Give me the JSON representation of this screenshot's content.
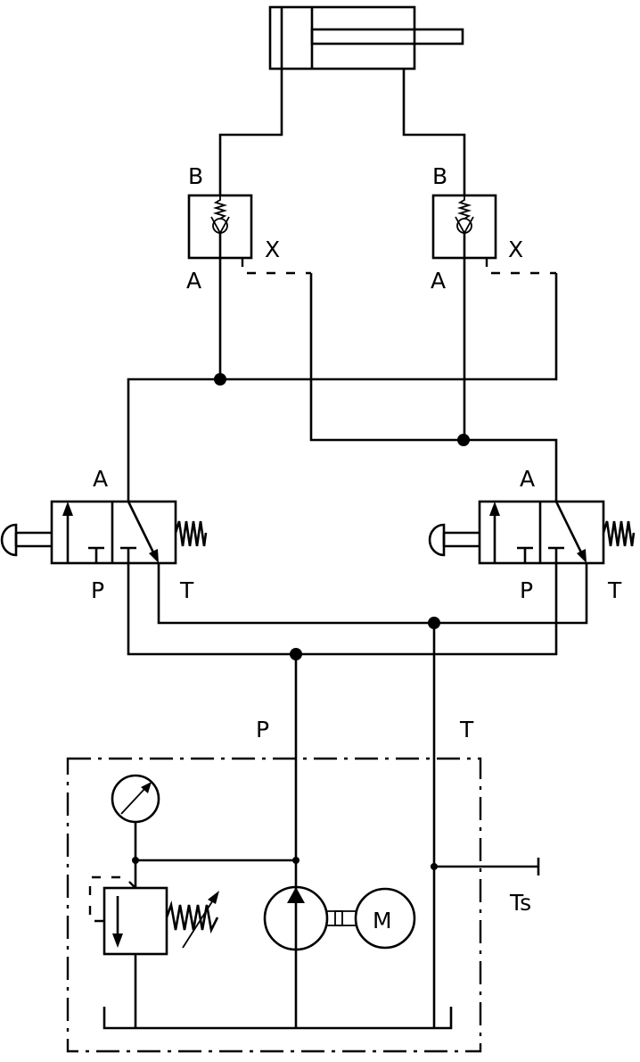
{
  "labels": {
    "check_left_b": "B",
    "check_left_a": "A",
    "check_left_x": "X",
    "check_right_b": "B",
    "check_right_a": "A",
    "check_right_x": "X",
    "valve_left_a": "A",
    "valve_left_p": "P",
    "valve_left_t": "T",
    "valve_right_a": "A",
    "valve_right_p": "P",
    "valve_right_t": "T",
    "supply_p": "P",
    "supply_t": "T",
    "tank_ts": "Ts",
    "motor": "M"
  }
}
